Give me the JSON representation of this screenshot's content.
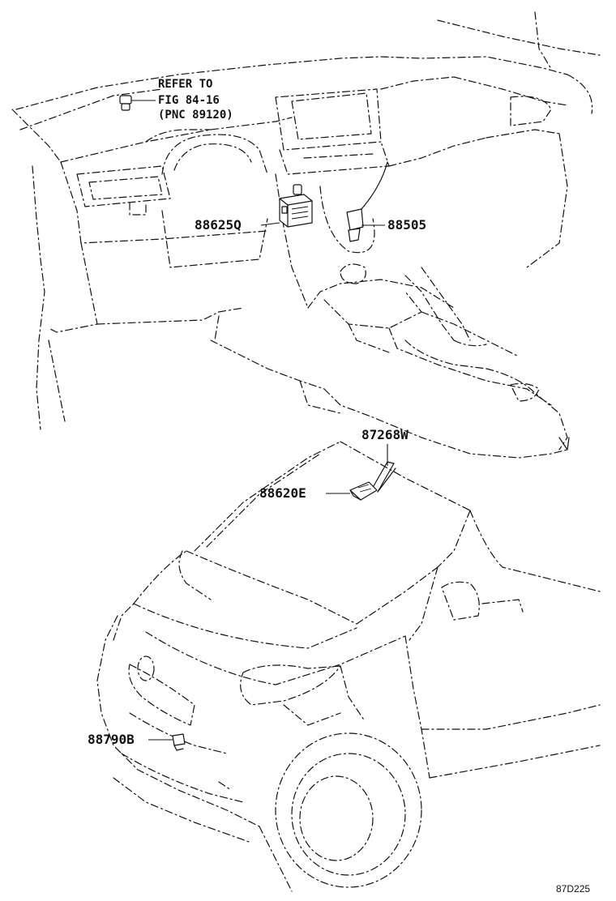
{
  "reference_note": {
    "line1": "REFER TO",
    "line2": "FIG 84-16",
    "line3": "(PNC 89120)"
  },
  "parts": [
    {
      "id": "88625Q",
      "label": "88625Q"
    },
    {
      "id": "88505",
      "label": "88505"
    },
    {
      "id": "87268W",
      "label": "87268W"
    },
    {
      "id": "88620E",
      "label": "88620E"
    },
    {
      "id": "88790B",
      "label": "88790B"
    }
  ],
  "figure_code": "87D225"
}
